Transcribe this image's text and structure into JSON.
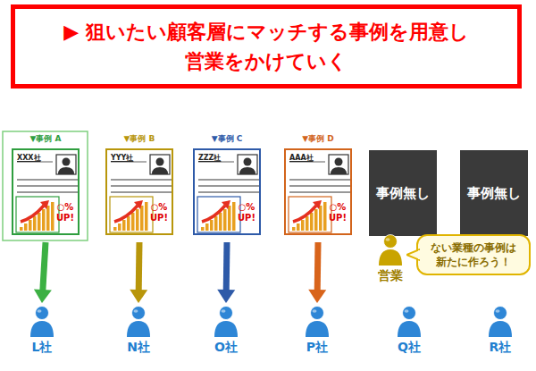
{
  "diagram": {
    "title": "▶ 狙いたい顧客層にマッチする事例を用意し 営業をかけていく",
    "nodes": [
      {
        "text": [
          "▼事例 A",
          "XXX社",
          "○% UP!"
        ]
      },
      {
        "text": [
          "▼事例 B",
          "YYY社",
          "○% UP!"
        ]
      },
      {
        "text": [
          "▼事例 C",
          "ZZZ社",
          "○% UP!"
        ]
      },
      {
        "text": [
          "▼事例 D",
          "AAA社",
          "○% UP!"
        ]
      },
      {
        "text": [
          "事例無し"
        ]
      },
      {
        "text": [
          "事例無し"
        ]
      },
      {
        "text": [
          "営業"
        ]
      },
      {
        "text": [
          "ない業種の事例は新たに作ろう！"
        ]
      },
      {
        "text": [
          "L社"
        ]
      },
      {
        "text": [
          "N社"
        ]
      },
      {
        "text": [
          "O社"
        ]
      },
      {
        "text": [
          "P社"
        ]
      },
      {
        "text": [
          "Q社"
        ]
      },
      {
        "text": [
          "R社"
        ]
      }
    ],
    "edges": [
      {
        "from": 0,
        "to": 8,
        "arrow": "to"
      },
      {
        "from": 1,
        "to": 9,
        "arrow": "to"
      },
      {
        "from": 2,
        "to": 10,
        "arrow": "to"
      },
      {
        "from": 3,
        "to": 11,
        "arrow": "to"
      }
    ]
  }
}
